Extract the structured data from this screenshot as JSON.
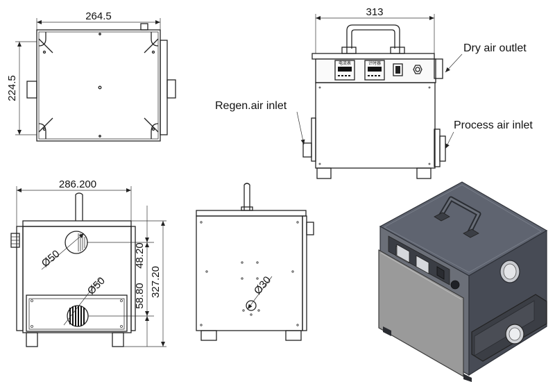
{
  "dimensions": {
    "top_width": "264.5",
    "top_depth": "224.5",
    "front_width": "313",
    "side_width": "286.200",
    "port_height_upper": "48.20",
    "port_height_lower": "58.80",
    "total_height": "327.20",
    "diameter_upper": "Ø50",
    "diameter_lower": "Ø50",
    "diameter_side": "Ø30"
  },
  "callouts": {
    "dry_air_outlet": "Dry air outlet",
    "regen_air_inlet": "Regen.air inlet",
    "process_air_inlet": "Process air inlet"
  },
  "panel": {
    "meter_left": "电流表",
    "meter_right": "计时器"
  },
  "colors": {
    "line": "#222222",
    "iso_top": "#5f6470",
    "iso_side": "#474b55",
    "iso_front_plate": "#9a9a9a"
  }
}
